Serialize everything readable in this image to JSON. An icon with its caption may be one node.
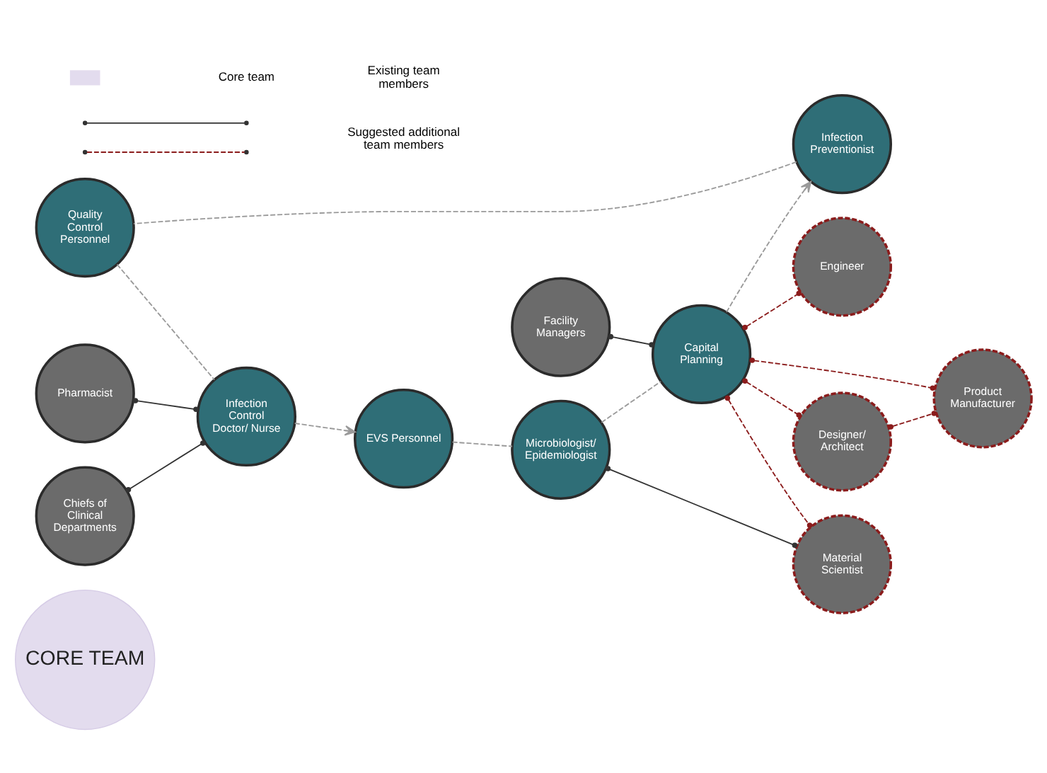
{
  "diagram": {
    "nodes": [
      {
        "text": [
          "CORE TEAM"
        ]
      },
      {
        "text": [
          "Quality Control Personnel"
        ]
      },
      {
        "text": [
          "Infection Preventionist"
        ]
      },
      {
        "text": [
          "Facility Managers"
        ]
      },
      {
        "text": [
          "Pharmacist"
        ]
      },
      {
        "text": [
          "Infection Control Doctor/ Nurse"
        ]
      },
      {
        "text": [
          "Capital Planning"
        ]
      },
      {
        "text": [
          "Engineer"
        ]
      },
      {
        "text": [
          "Designer/ Architect"
        ]
      },
      {
        "text": [
          "Chiefs of Clinical Departments"
        ]
      },
      {
        "text": [
          "EVS Personnel"
        ]
      },
      {
        "text": [
          "Microbiologist/ Epidemiologist"
        ]
      },
      {
        "text": [
          "Product Manufacturer"
        ]
      },
      {
        "text": [
          "Material Scientist"
        ]
      }
    ],
    "edges": [
      {
        "from": 6,
        "to": 2,
        "arrow": "to",
        "style": "dashed",
        "color": "#9a9a9a"
      },
      {
        "from": 2,
        "to": 1,
        "arrow": "none",
        "style": "dashed",
        "color": "#9a9a9a"
      },
      {
        "from": 1,
        "to": 5,
        "arrow": "none",
        "style": "dashed",
        "color": "#9a9a9a"
      },
      {
        "from": 5,
        "to": 10,
        "arrow": "to",
        "style": "dashed",
        "color": "#9a9a9a"
      },
      {
        "from": 10,
        "to": 11,
        "arrow": "none",
        "style": "dashed",
        "color": "#9a9a9a"
      },
      {
        "from": 11,
        "to": 6,
        "arrow": "none",
        "style": "dashed",
        "color": "#9a9a9a"
      },
      {
        "from": 4,
        "to": 5,
        "arrow": "other",
        "color": "#333333"
      },
      {
        "from": 9,
        "to": 5,
        "arrow": "other",
        "color": "#333333"
      },
      {
        "from": 3,
        "to": 6,
        "arrow": "other",
        "color": "#333333"
      },
      {
        "from": 6,
        "to": 7,
        "arrow": "other",
        "style": "dashed",
        "color": "#8b1c1c"
      },
      {
        "from": 6,
        "to": 8,
        "arrow": "other",
        "style": "dashed",
        "color": "#8b1c1c"
      },
      {
        "from": 6,
        "to": 12,
        "arrow": "other",
        "style": "dashed",
        "color": "#8b1c1c"
      },
      {
        "from": 8,
        "to": 12,
        "arrow": "other",
        "style": "dashed",
        "color": "#8b1c1c"
      },
      {
        "from": 6,
        "to": 13,
        "arrow": "other",
        "style": "dashed",
        "color": "#8b1c1c"
      },
      {
        "from": 11,
        "to": 13,
        "arrow": "other",
        "color": "#333333"
      }
    ],
    "legend": [
      {
        "text": "Core team",
        "color": "#e3dcee"
      },
      {
        "text": "Existing team members"
      },
      {
        "text": "Suggested additional team members"
      }
    ]
  }
}
